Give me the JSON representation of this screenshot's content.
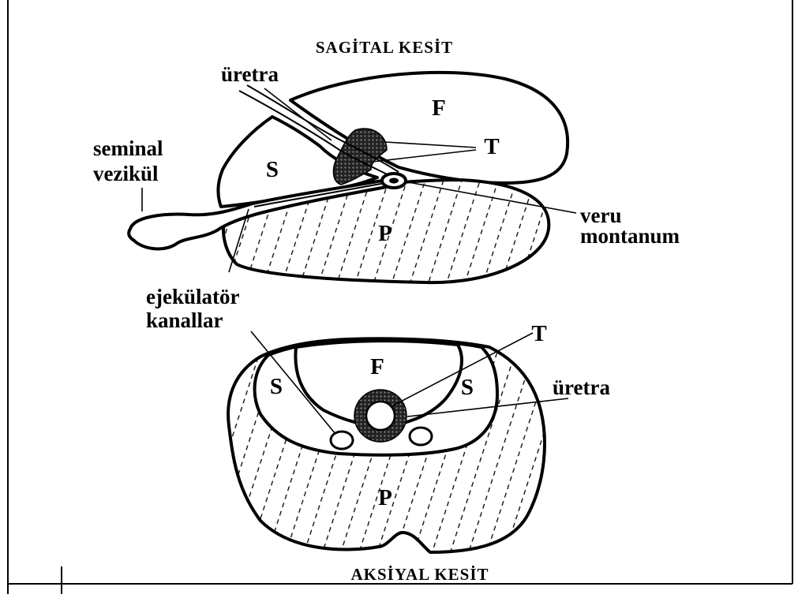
{
  "sagittal": {
    "title": "SAGİTAL KESİT",
    "urethra_label": "üretra",
    "seminal_label_1": "seminal",
    "seminal_label_2": "vezikül",
    "zone_f": "F",
    "zone_s": "S",
    "zone_t": "T",
    "zone_p": "P",
    "veru_label_1": "veru",
    "veru_label_2": "montanum"
  },
  "shared": {
    "ejaculatory_label_1": "ejekülatör",
    "ejaculatory_label_2": "kanallar"
  },
  "axial": {
    "title": "AKSİYAL KESİT",
    "zone_t": "T",
    "zone_f": "F",
    "zone_s_left": "S",
    "zone_s_right": "S",
    "urethra_label": "üretra",
    "zone_p": "P"
  }
}
